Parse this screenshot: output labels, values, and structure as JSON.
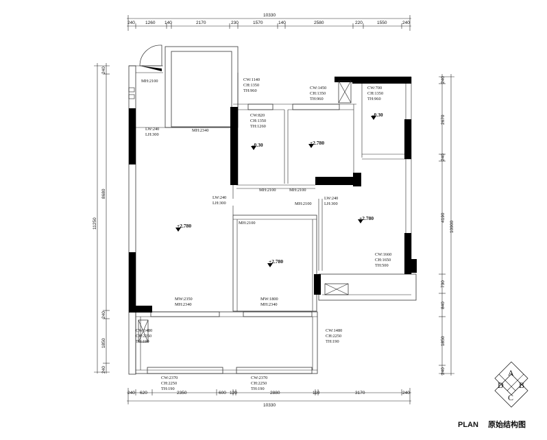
{
  "dimensions": {
    "top_total": "10330",
    "top_segments": [
      "240",
      "1260",
      "140",
      "2170",
      "230",
      "1570",
      "140",
      "2580",
      "220",
      "1550",
      "240"
    ],
    "bottom_total": "10330",
    "bottom_segments": [
      "240",
      "620",
      "2350",
      "600",
      "120",
      "2880",
      "110",
      "3170",
      "240"
    ],
    "left_segments": [
      "240",
      "8680",
      "240",
      "1850",
      "240"
    ],
    "left_total": "11250",
    "right_segments": [
      "240",
      "2670",
      "240",
      "4190",
      "730",
      "840",
      "1850",
      "240"
    ],
    "right_total": "10900"
  },
  "annotations": {
    "mh_2100_tl": "MH:2100",
    "lw_240_a": "LW:240",
    "lh_300_a": "LH:300",
    "mh_2340_top": "MH:2340",
    "cw_1140": "CW:1140",
    "ch_1350_a": "CH:1350",
    "th_960_a": "TH:960",
    "cw_820": "CW:820",
    "ch_1350_b": "CH:1350",
    "th_1260": "TH:1260",
    "cw_1450": "CW:1450",
    "ch_1350_c": "CH:1350",
    "th_960_b": "TH:960",
    "cw_700": "CW:700",
    "ch_1350_d": "CH:1350",
    "th_960_c": "TH:960",
    "mh_2100_a": "MH:2100",
    "mh_2100_b": "MH:2100",
    "lw_240_b": "LW:240",
    "lh_300_b": "LH:300",
    "lw_240_c": "LW:240",
    "lh_300_c": "LH:300",
    "mh_2100_c": "MH:2100",
    "mh_2100_d": "MH:2100",
    "cw_1660": "CW:1660",
    "ch_1650": "CH:1650",
    "th_500": "TH:500",
    "mw_2350": "MW:2350",
    "mh_2340_a": "MH:2340",
    "mw_1800": "MW:1800",
    "mh_2340_b": "MH:2340",
    "cw_1480_a": "CW:1480",
    "ch_2250_a": "CH:2250",
    "th_190_a": "TH:190",
    "cw_1480_b": "CW:1480",
    "ch_2250_b": "CH:2250",
    "th_190_b": "TH:190",
    "cw_2370_a": "CW:2370",
    "ch_2250_c": "CH:2250",
    "th_190_c": "TH:190",
    "cw_2370_b": "CW:2370",
    "ch_2250_d": "CH:2250",
    "th_190_d": "TH:190"
  },
  "levels": {
    "living": "+2.780",
    "room_center": "+2.780",
    "room_mid": "+2.780",
    "room_right": "+2.780",
    "small_left": "-0.30",
    "small_right": "-0.30"
  },
  "title": {
    "plan": "PLAN",
    "name": "原始结构图"
  },
  "logo": {
    "letters": [
      "A",
      "D",
      "B",
      "C"
    ]
  }
}
